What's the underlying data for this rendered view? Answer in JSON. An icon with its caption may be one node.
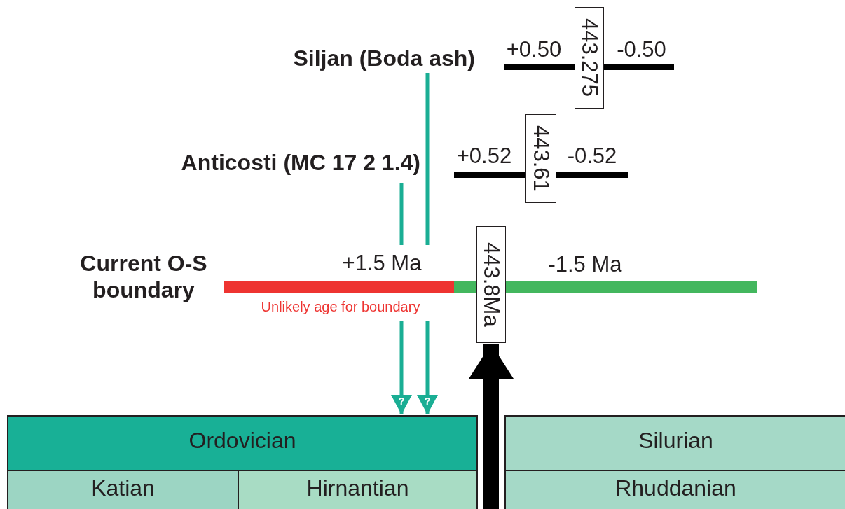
{
  "diagram": {
    "nodes": [
      {
        "text": [
          "443.275"
        ]
      },
      {
        "text": [
          "Siljan (Boda ash)"
        ]
      },
      {
        "text": [
          "443.61"
        ]
      },
      {
        "text": [
          "Anticosti (MC 17 2 1.4)"
        ]
      },
      {
        "text": [
          "443.8Ma"
        ]
      },
      {
        "text": [
          "Ordovician"
        ]
      },
      {
        "text": [
          "Silurian"
        ]
      },
      {
        "text": [
          "Katian"
        ]
      },
      {
        "text": [
          "Hirnantian"
        ]
      },
      {
        "text": [
          "Rhuddanian"
        ]
      }
    ],
    "edges": [
      {
        "from": 1,
        "to": 5,
        "arrow": "to"
      },
      {
        "from": 3,
        "to": 5,
        "arrow": "to"
      },
      {
        "from": null,
        "to": 4,
        "arrow": "to",
        "style": "thick",
        "color": "#000000"
      }
    ],
    "labels": [
      "+0.50",
      "-0.50",
      "+0.52",
      "-0.52",
      "Current O-S boundary",
      "+1.5 Ma",
      "-1.5 Ma",
      "Unlikely age for boundary",
      "?",
      "?"
    ]
  }
}
